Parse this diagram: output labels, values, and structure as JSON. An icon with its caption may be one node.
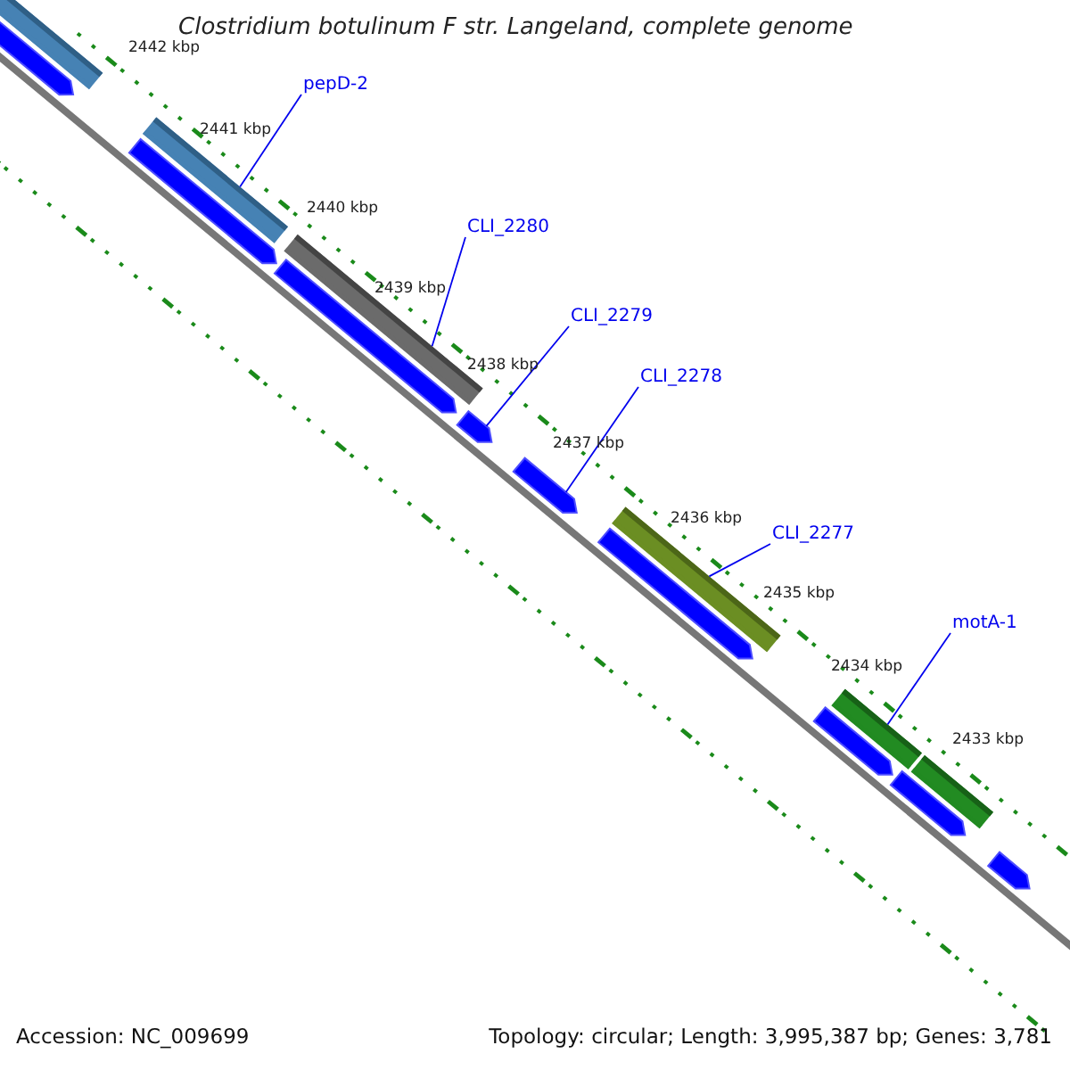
{
  "diagram": {
    "title": "Clostridium botulinum F str. Langeland, complete genome",
    "nodes": [
      {
        "text": [
          "pepD-2"
        ]
      },
      {
        "text": [
          "CLI_2280"
        ]
      },
      {
        "text": [
          "CLI_2279"
        ]
      },
      {
        "text": [
          "CLI_2278"
        ]
      },
      {
        "text": [
          "CLI_2277"
        ]
      },
      {
        "text": [
          "motA-1"
        ]
      },
      {
        "text": [],
        "shape": "bar"
      },
      {
        "text": [],
        "shape": "bar"
      },
      {
        "text": [],
        "shape": "bar"
      },
      {
        "text": [],
        "shape": "bar"
      },
      {
        "text": [],
        "shape": "bar"
      },
      {
        "text": [],
        "shape": "bar"
      },
      {
        "text": [],
        "shape": "bar"
      },
      {
        "text": [],
        "shape": "bar"
      },
      {
        "text": [],
        "shape": "bar"
      },
      {
        "text": [],
        "shape": "bar"
      },
      {
        "text": [],
        "shape": "bar"
      },
      {
        "text": [],
        "shape": "bar"
      },
      {
        "text": [],
        "shape": "bar"
      },
      {
        "text": [],
        "shape": "bar"
      },
      {
        "text": [],
        "shape": "bar"
      }
    ],
    "edges": [
      {
        "from": 0,
        "to": 8,
        "arrow": "none"
      },
      {
        "from": 1,
        "to": 10,
        "arrow": "none"
      },
      {
        "from": 2,
        "to": 12,
        "arrow": "none"
      },
      {
        "from": 3,
        "to": 13,
        "arrow": "none"
      },
      {
        "from": 4,
        "to": 14,
        "arrow": "none"
      },
      {
        "from": 5,
        "to": 16,
        "arrow": "none"
      }
    ],
    "labels": [
      "2442 kbp",
      "2441 kbp",
      "2440 kbp",
      "2439 kbp",
      "2438 kbp",
      "2437 kbp",
      "2436 kbp",
      "2435 kbp",
      "2434 kbp",
      "2433 kbp",
      "Accession: NC_009699",
      "Topology: circular; Length: 3,995,387 bp; Genes: 3,781"
    ]
  }
}
